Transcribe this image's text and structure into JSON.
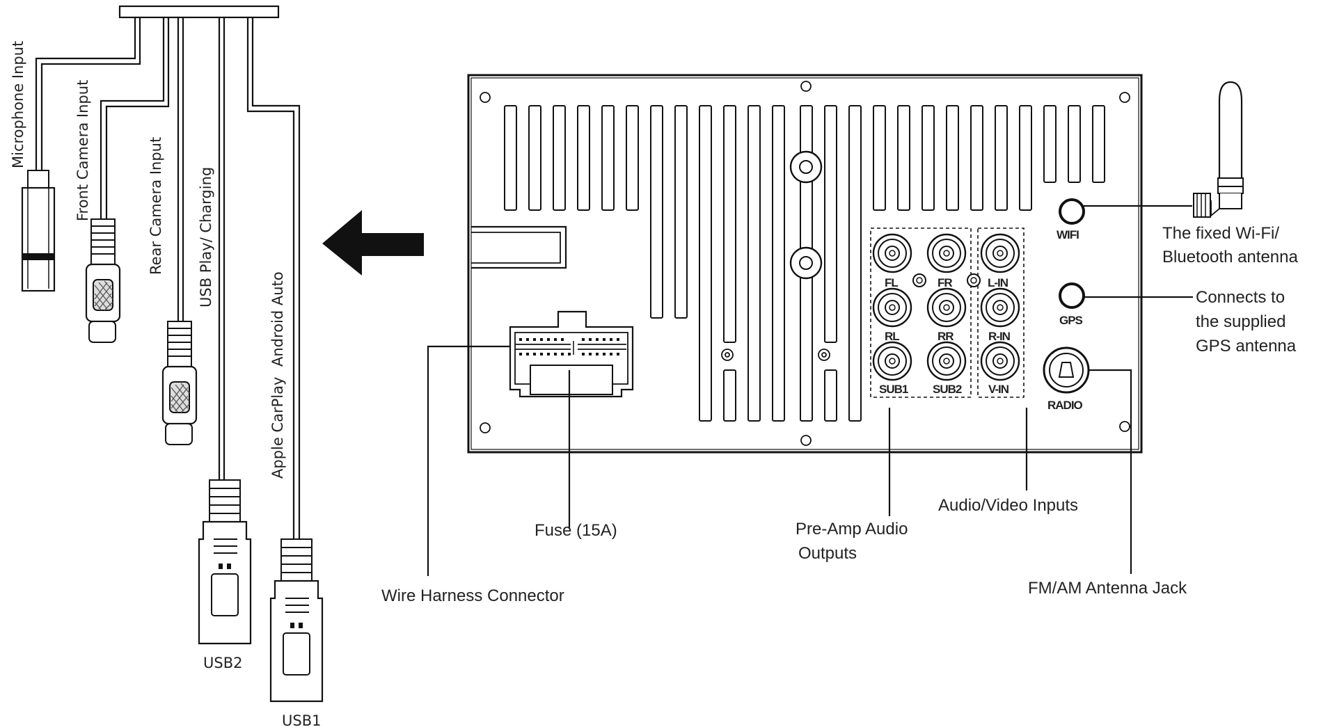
{
  "cables": {
    "microphone": "Microphone Input",
    "front_camera": "Front Camera Input",
    "rear_camera": "Rear Camera Input",
    "usb_play": "USB Play/ Charging",
    "android_auto": "Android Auto",
    "apple_carplay": "Apple CarPlay",
    "usb2": "USB2",
    "usb1": "USB1"
  },
  "jacks": {
    "fl": "FL",
    "fr": "FR",
    "l_in": "L-IN",
    "rl": "RL",
    "rr": "RR",
    "r_in": "R-IN",
    "sub1": "SUB1",
    "sub2": "SUB2",
    "v_in": "V-IN",
    "wifi": "WIFI",
    "gps": "GPS",
    "radio": "RADIO"
  },
  "callouts": {
    "wifi_line1": "The fixed Wi-Fi/",
    "wifi_line2": "Bluetooth antenna",
    "gps_line1": "Connects to",
    "gps_line2": "the supplied",
    "gps_line3": "GPS antenna",
    "fuse": "Fuse (15A)",
    "wire_harness": "Wire Harness Connector",
    "preamp_line1": "Pre-Amp Audio",
    "preamp_line2": "Outputs",
    "av_inputs": "Audio/Video Inputs",
    "fm_am": "FM/AM Antenna Jack"
  }
}
